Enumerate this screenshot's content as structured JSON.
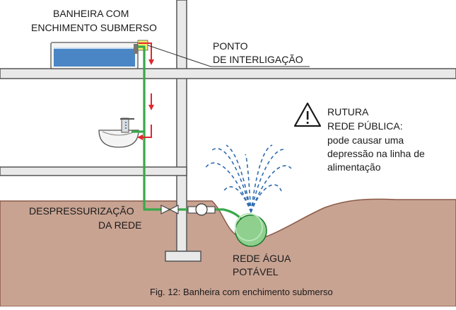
{
  "labels": {
    "bathtub_line1": "BANHEIRA COM",
    "bathtub_line2": "ENCHIMENTO SUBMERSO",
    "connection_line1": "PONTO",
    "connection_line2": "DE INTERLIGAÇÃO",
    "rupture_line1": "RUTURA",
    "rupture_line2": "REDE PÚBLICA:",
    "rupture_line3": "pode causar uma",
    "rupture_line4": "depressão na linha de",
    "rupture_line5": "alimentação",
    "depress_line1": "DESPRESSURIZAÇÃO",
    "depress_line2": "DA REDE",
    "network_line1": "REDE ÁGUA",
    "network_line2": "POTÁVEL"
  },
  "caption": "Fig. 12: Banheira com enchimento submerso",
  "colors": {
    "ground": "#c8a392",
    "ground_line": "#8a5a48",
    "wall_fill": "#e9e9e9",
    "wall_line": "#555555",
    "pipe": "#39a84a",
    "pipe_dark": "#1f7a2c",
    "arrow": "#e3262e",
    "water": "#4a86c5",
    "spray": "#2f6bb0",
    "pipe_green_fill": "#8fd08f",
    "connection_highlight": "#f3ec6a"
  },
  "icons": {
    "warning": "warning-triangle-icon",
    "valve": "valve-icon",
    "meter": "water-meter-icon"
  }
}
